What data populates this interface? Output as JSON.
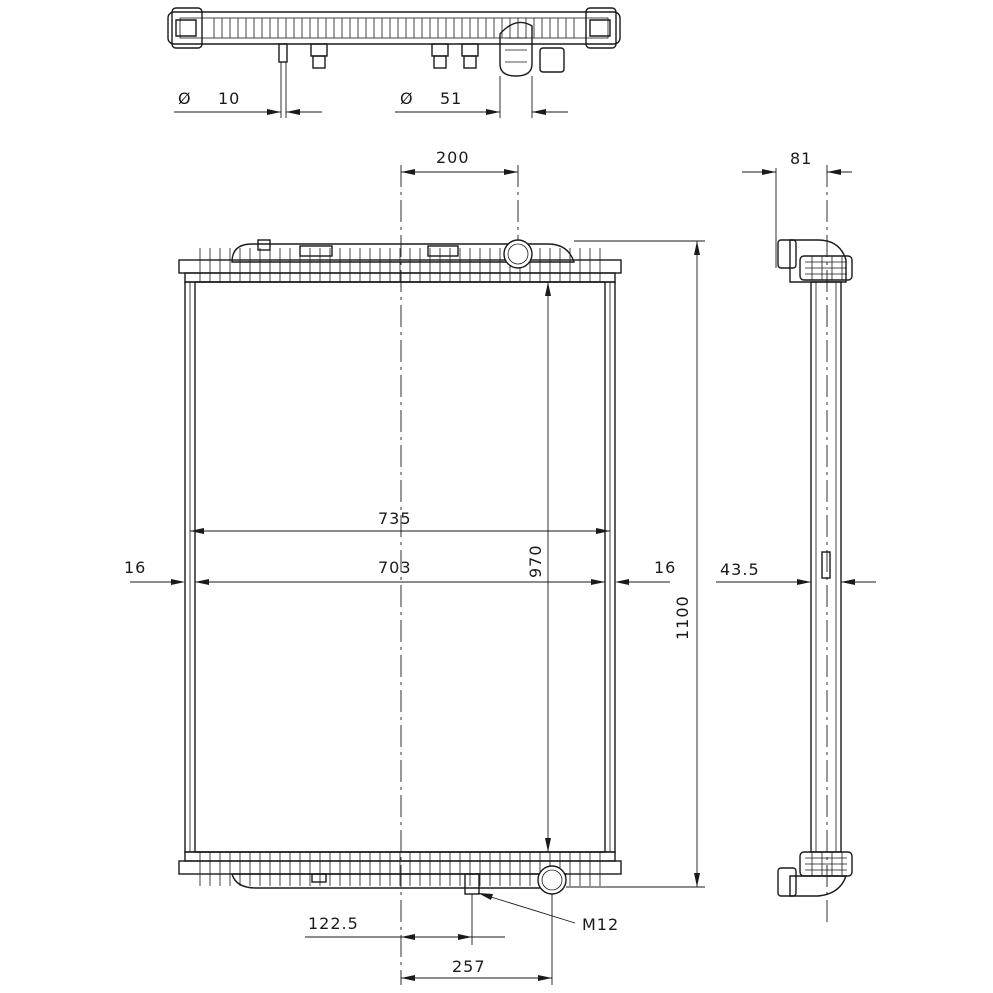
{
  "dimensions": {
    "pipe_small_dia": "10",
    "pipe_large_dia": "51",
    "diameter_symbol": "Ø",
    "inlet_offset": "200",
    "outer_width": "735",
    "core_width": "703",
    "side_left": "16",
    "side_right": "16",
    "core_height": "970",
    "total_height": "1100",
    "top_depth": "81",
    "core_depth": "43.5",
    "drain_offset": "122.5",
    "outlet_offset": "257",
    "drain_thread": "M12"
  }
}
